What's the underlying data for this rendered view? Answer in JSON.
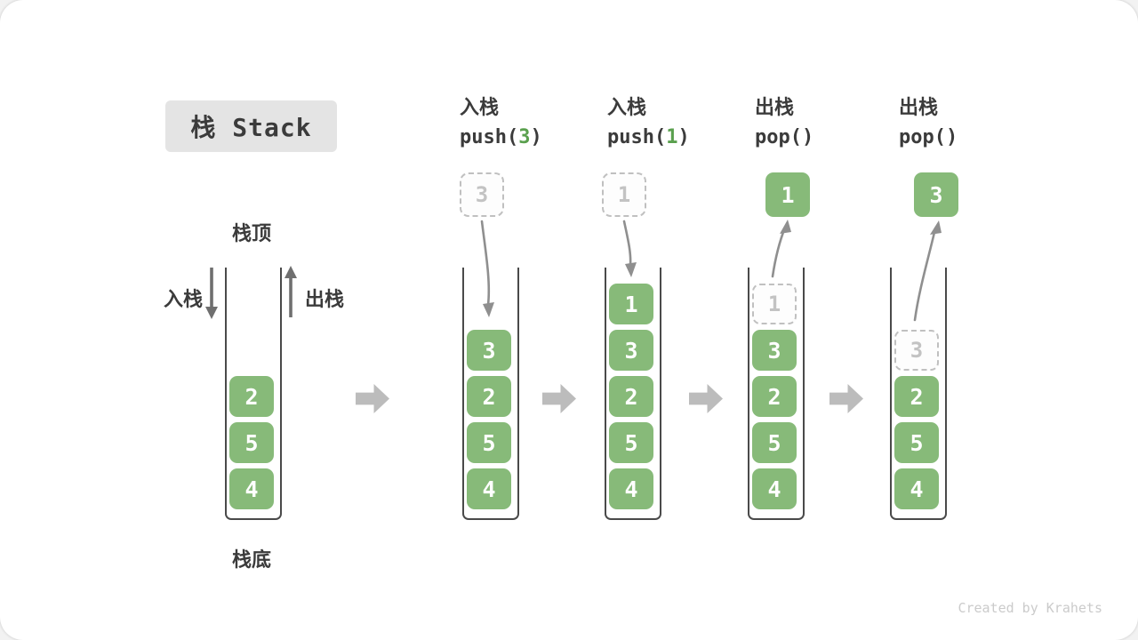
{
  "title": {
    "badge": "栈 Stack"
  },
  "annotations": {
    "stack_top": "栈顶",
    "stack_bottom": "栈底",
    "push_side": "入栈",
    "pop_side": "出栈"
  },
  "operations": [
    {
      "title": "入栈",
      "code_pre": "push(",
      "code_arg": "3",
      "code_post": ")"
    },
    {
      "title": "入栈",
      "code_pre": "push(",
      "code_arg": "1",
      "code_post": ")"
    },
    {
      "title": "出栈",
      "code_pre": "pop(",
      "code_arg": "",
      "code_post": ")"
    },
    {
      "title": "出栈",
      "code_pre": "pop(",
      "code_arg": "",
      "code_post": ")"
    }
  ],
  "stages": [
    {
      "blocks": [
        "2",
        "5",
        "4"
      ]
    },
    {
      "floating": "3",
      "blocks": [
        "3",
        "2",
        "5",
        "4"
      ]
    },
    {
      "floating": "1",
      "blocks": [
        "1",
        "3",
        "2",
        "5",
        "4"
      ]
    },
    {
      "floating": "1",
      "ghost": "1",
      "blocks": [
        "3",
        "2",
        "5",
        "4"
      ]
    },
    {
      "floating": "3",
      "ghost": "3",
      "blocks": [
        "2",
        "5",
        "4"
      ]
    }
  ],
  "footer": {
    "credit": "Created by Krahets"
  },
  "colors": {
    "block_green": "#87ba79",
    "arg_green": "#5aa04e",
    "text_dark": "#3b3b3b",
    "wall_gray": "#4a4a4a",
    "curve_arrow_gray": "#8f8f8f",
    "straight_arrow_gray": "#6f6f6f",
    "stage_arrow_gray": "#bcbcbc",
    "dashed_border": "#c0c0c0",
    "ghost_text": "#c3c3c3",
    "badge_bg": "#e4e4e4",
    "footer_gray": "#cbcbcb"
  }
}
